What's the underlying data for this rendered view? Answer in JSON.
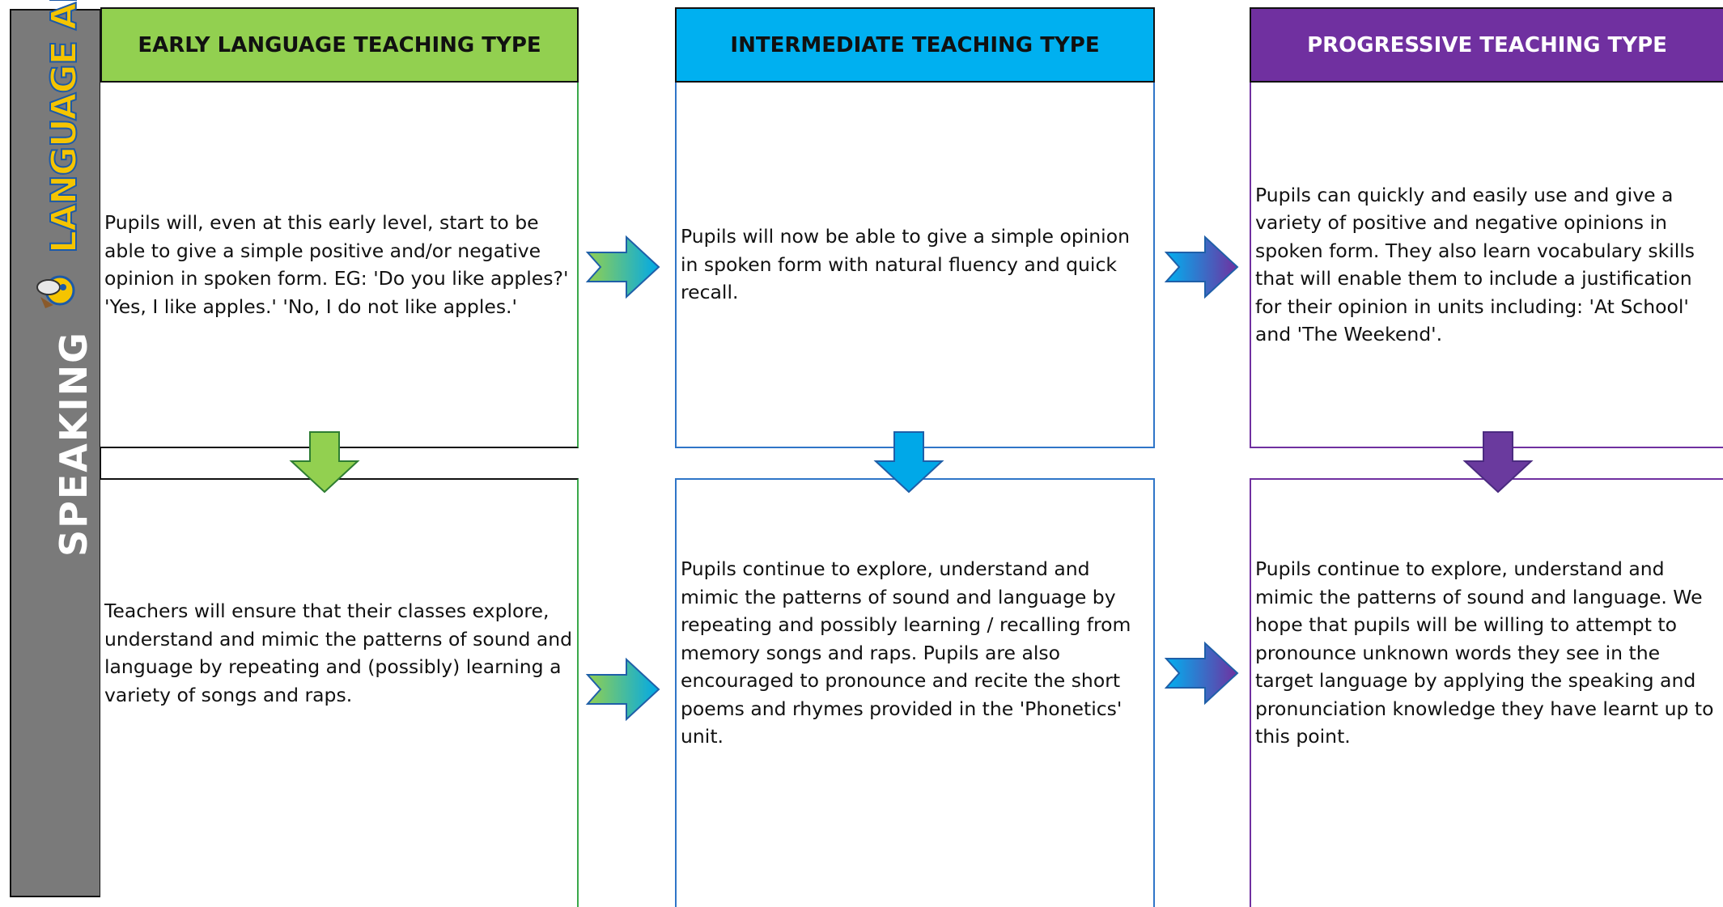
{
  "sidebar": {
    "logo_text": "LANGUAGE ANGELS",
    "section_label": "SPEAKING",
    "color": "#7a7a7a"
  },
  "columns": [
    {
      "header": "EARLY LANGUAGE TEACHING TYPE",
      "color": "#92d050",
      "header_text_color": "#111111",
      "border_color": "#3aa84a",
      "cells": [
        "Pupils will, even at this early level, start to be able to give a simple positive and/or negative opinion in spoken form. EG: 'Do you like apples?' 'Yes, I like apples.' 'No, I do not like apples.'",
        "Teachers will ensure that their classes explore, understand and mimic the patterns of sound and language by repeating and (possibly) learning a variety of songs and raps."
      ]
    },
    {
      "header": "INTERMEDIATE TEACHING TYPE",
      "color": "#00b0f0",
      "header_text_color": "#111111",
      "border_color": "#2f75c8",
      "cells": [
        "Pupils will now be able to give a simple opinion in spoken form with natural fluency and quick recall.",
        "Pupils continue to explore, understand and mimic the patterns of sound and language by repeating and possibly learning / recalling from memory songs and raps. Pupils are also encouraged to pronounce and recite the short poems and rhymes provided in the 'Phonetics' unit."
      ]
    },
    {
      "header": "PROGRESSIVE TEACHING TYPE",
      "color": "#7030a0",
      "header_text_color": "#ffffff",
      "border_color": "#7030a0",
      "cells": [
        "Pupils can quickly and easily use and give a variety of positive and negative opinions in spoken form. They also learn vocabulary skills that will enable them to include a justification for their opinion in units including: 'At School' and 'The Weekend'.",
        "Pupils continue to explore, understand and mimic the patterns of sound and language. We hope that pupils will be willing to attempt to pronounce unknown words they see in the target language by applying the speaking and pronunciation knowledge they have learnt up to this point."
      ]
    }
  ]
}
